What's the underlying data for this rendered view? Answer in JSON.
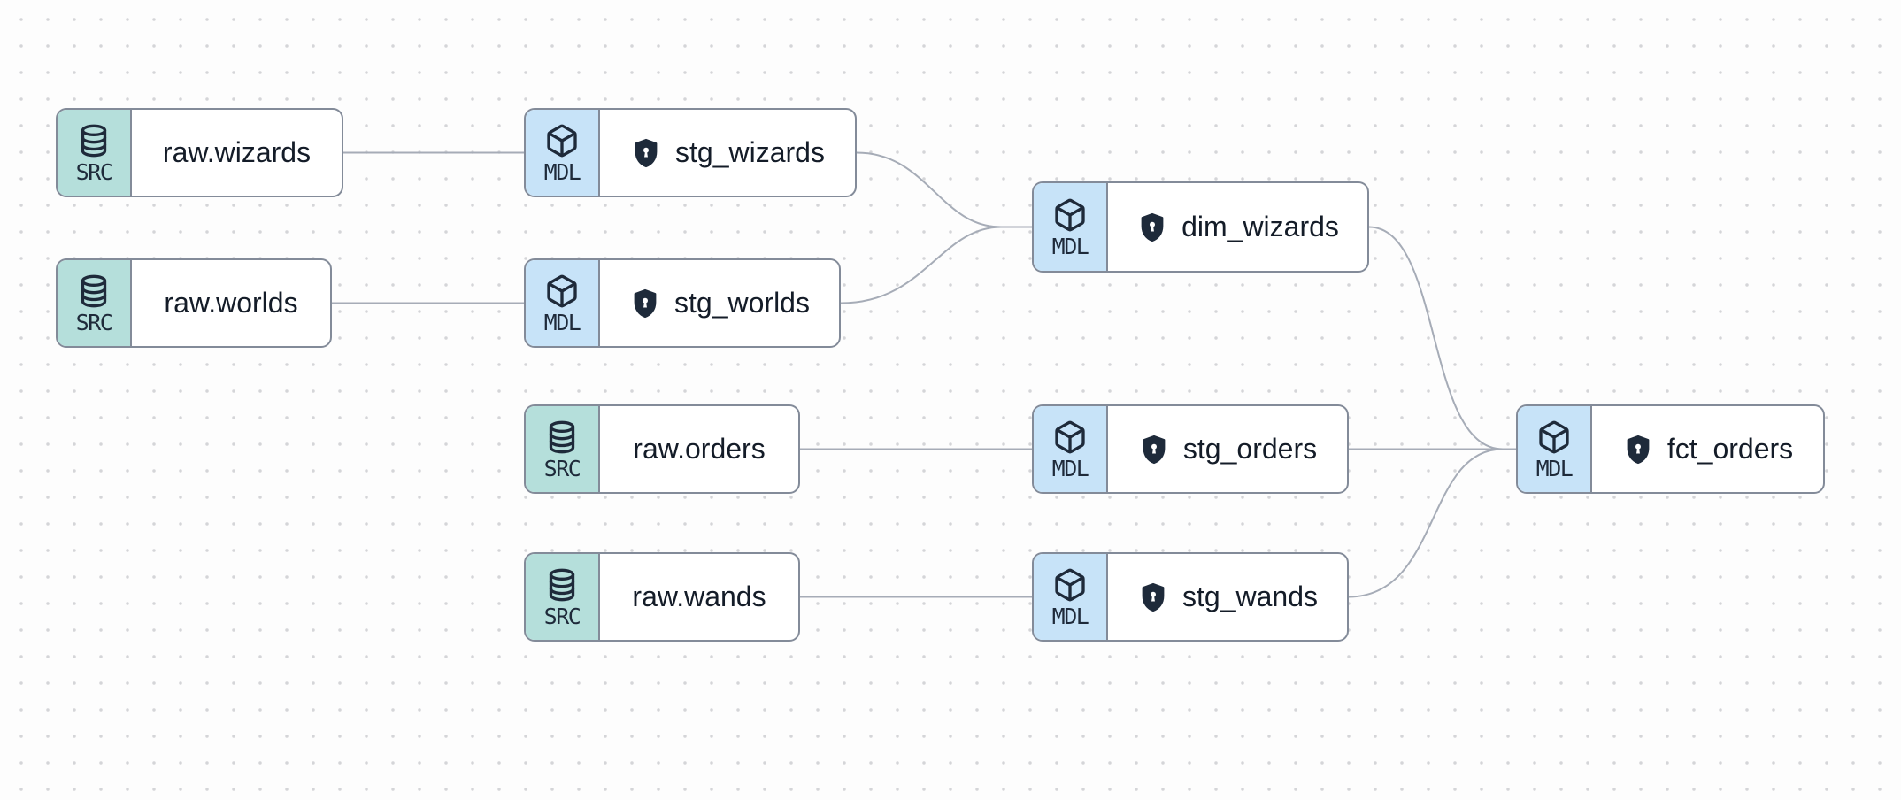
{
  "canvas": {
    "background_color": "#fdfdfd",
    "dot_color": "#d4d5d8"
  },
  "colors": {
    "source_badge_bg": "#b5dfdb",
    "model_badge_bg": "#c7e3f8",
    "node_border": "#838b99",
    "edge_stroke": "#a6acb7",
    "icon_dark": "#1e2a3a",
    "label_text": "#141c28"
  },
  "nodes": [
    {
      "id": "raw.wizards",
      "type": "source",
      "badge": "SRC",
      "label": "raw.wizards",
      "icon": "database",
      "shield": false
    },
    {
      "id": "stg_wizards",
      "type": "model",
      "badge": "MDL",
      "label": "stg_wizards",
      "icon": "cube",
      "shield": true
    },
    {
      "id": "raw.worlds",
      "type": "source",
      "badge": "SRC",
      "label": "raw.worlds",
      "icon": "database",
      "shield": false
    },
    {
      "id": "stg_worlds",
      "type": "model",
      "badge": "MDL",
      "label": "stg_worlds",
      "icon": "cube",
      "shield": true
    },
    {
      "id": "dim_wizards",
      "type": "model",
      "badge": "MDL",
      "label": "dim_wizards",
      "icon": "cube",
      "shield": true
    },
    {
      "id": "raw.orders",
      "type": "source",
      "badge": "SRC",
      "label": "raw.orders",
      "icon": "database",
      "shield": false
    },
    {
      "id": "stg_orders",
      "type": "model",
      "badge": "MDL",
      "label": "stg_orders",
      "icon": "cube",
      "shield": true
    },
    {
      "id": "raw.wands",
      "type": "source",
      "badge": "SRC",
      "label": "raw.wands",
      "icon": "database",
      "shield": false
    },
    {
      "id": "stg_wands",
      "type": "model",
      "badge": "MDL",
      "label": "stg_wands",
      "icon": "cube",
      "shield": true
    },
    {
      "id": "fct_orders",
      "type": "model",
      "badge": "MDL",
      "label": "fct_orders",
      "icon": "cube",
      "shield": true
    }
  ],
  "edges": [
    {
      "from": "raw.wizards",
      "to": "stg_wizards"
    },
    {
      "from": "raw.worlds",
      "to": "stg_worlds"
    },
    {
      "from": "stg_wizards",
      "to": "dim_wizards"
    },
    {
      "from": "stg_worlds",
      "to": "dim_wizards"
    },
    {
      "from": "raw.orders",
      "to": "stg_orders"
    },
    {
      "from": "raw.wands",
      "to": "stg_wands"
    },
    {
      "from": "dim_wizards",
      "to": "fct_orders"
    },
    {
      "from": "stg_orders",
      "to": "fct_orders"
    },
    {
      "from": "stg_wands",
      "to": "fct_orders"
    }
  ]
}
